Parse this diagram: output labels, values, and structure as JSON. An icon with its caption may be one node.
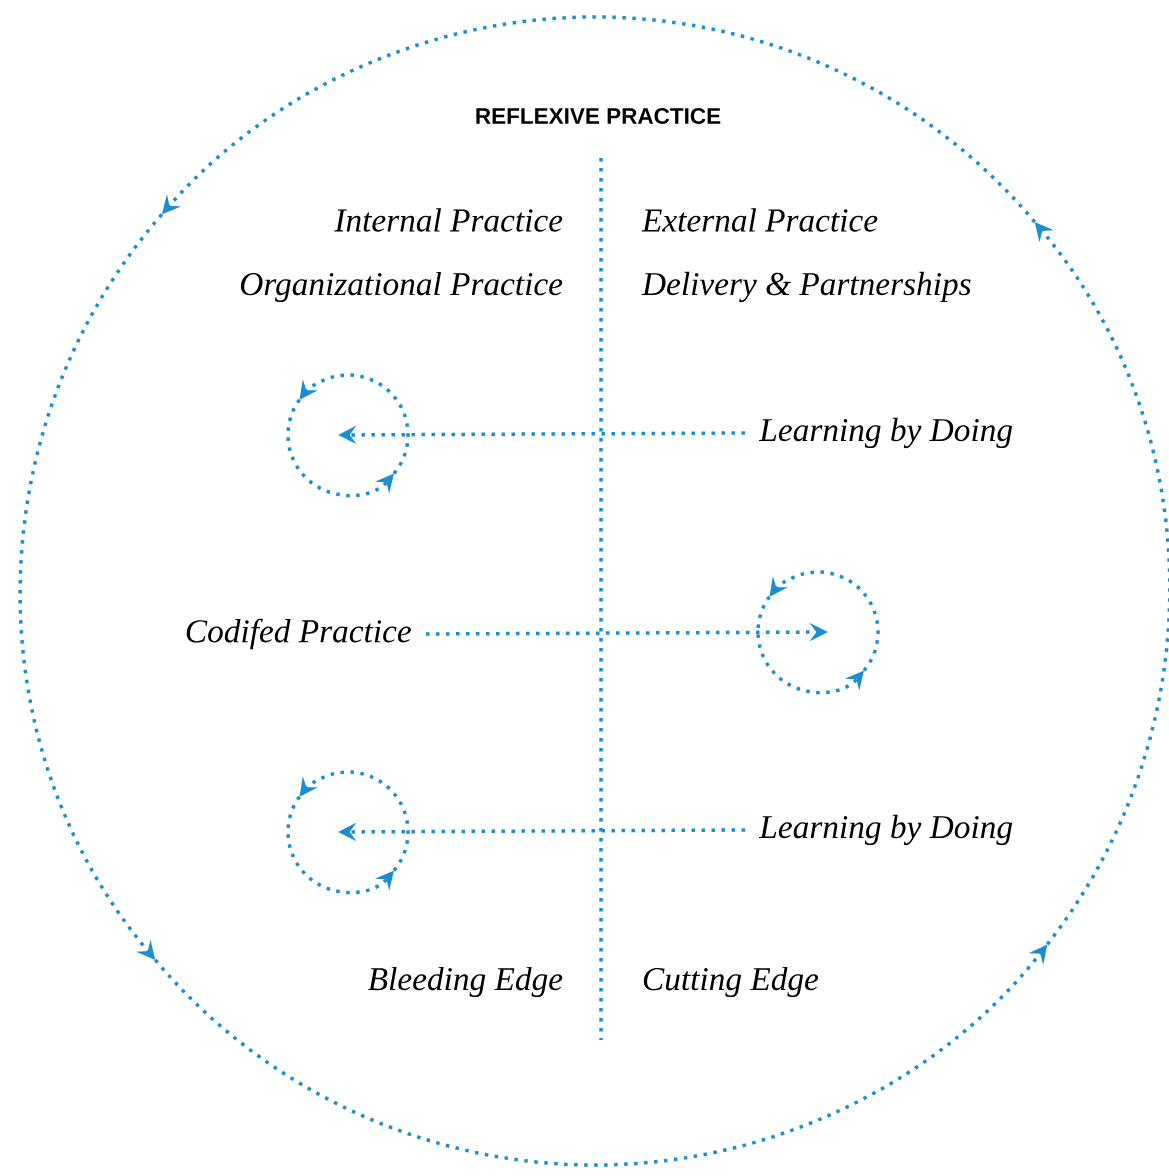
{
  "diagram": {
    "title": "REFLEXIVE PRACTICE",
    "nodes": [
      {
        "text": [
          "Learning by Doing"
        ]
      },
      {
        "text": [],
        "shape": "circle"
      },
      {
        "text": [
          "Codifed Practice"
        ]
      },
      {
        "text": [],
        "shape": "circle"
      },
      {
        "text": [
          "Learning by Doing"
        ]
      },
      {
        "text": [],
        "shape": "circle"
      }
    ],
    "edges": [
      {
        "from": 0,
        "to": 1,
        "arrow": "to"
      },
      {
        "from": 2,
        "to": 3,
        "arrow": "to"
      },
      {
        "from": 4,
        "to": 5,
        "arrow": "to"
      }
    ],
    "labels": [
      "Internal Practice",
      "External Practice",
      "Organizational Practice",
      "Delivery & Partnerships",
      "Bleeding Edge",
      "Cutting Edge"
    ]
  }
}
